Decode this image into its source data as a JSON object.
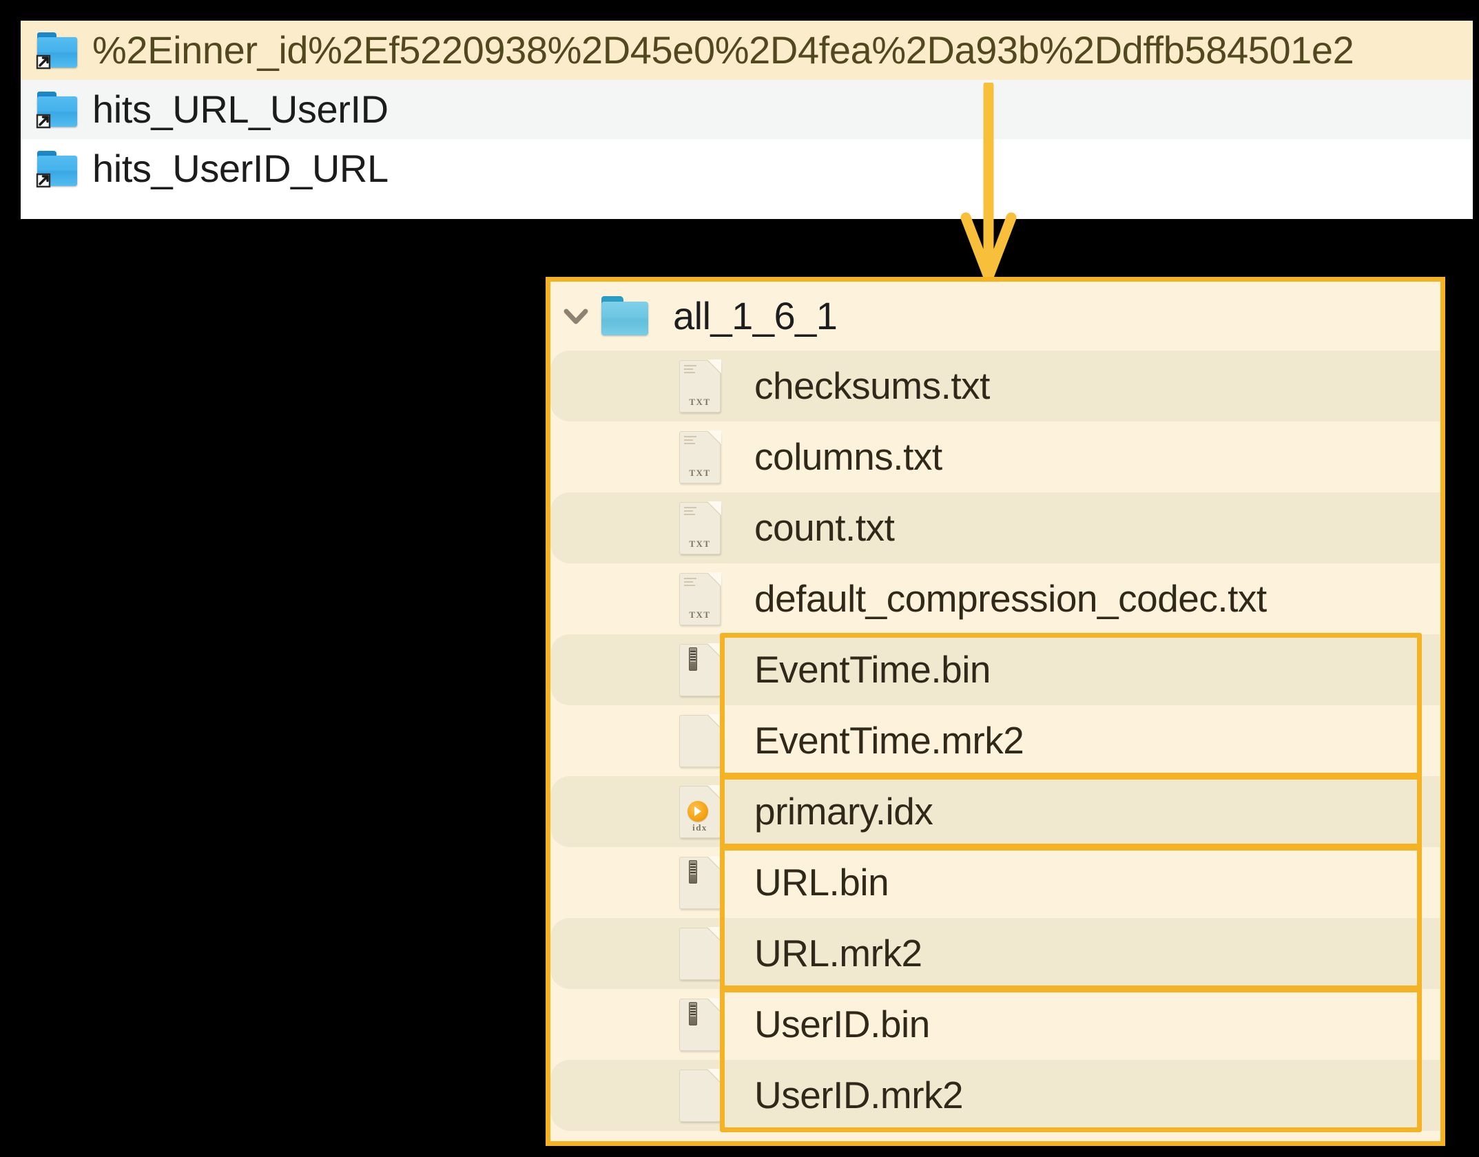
{
  "top_list": {
    "rows": [
      {
        "label": "%2Einner_id%2Ef5220938%2D45e0%2D4fea%2Da93b%2Ddffb584501e2",
        "icon": "folder-symlink-icon",
        "state": "selected"
      },
      {
        "label": "hits_URL_UserID",
        "icon": "folder-symlink-icon",
        "state": "alt"
      },
      {
        "label": "hits_UserID_URL",
        "icon": "folder-symlink-icon",
        "state": "normal"
      }
    ]
  },
  "annotation": {
    "arrow": "down-arrow-annotation",
    "color": "#f5b324"
  },
  "panel": {
    "folder": {
      "name": "all_1_6_1",
      "expanded": true,
      "chevron": "chevron-down-icon",
      "icon": "folder-icon"
    },
    "files": [
      {
        "name": "checksums.txt",
        "icon": "txt-file-icon",
        "ext": "TXT",
        "highlighted": false
      },
      {
        "name": "columns.txt",
        "icon": "txt-file-icon",
        "ext": "TXT",
        "highlighted": false
      },
      {
        "name": "count.txt",
        "icon": "txt-file-icon",
        "ext": "TXT",
        "highlighted": false
      },
      {
        "name": "default_compression_codec.txt",
        "icon": "txt-file-icon",
        "ext": "TXT",
        "highlighted": false
      },
      {
        "name": "EventTime.bin",
        "icon": "bin-file-icon",
        "ext": "",
        "highlighted": true
      },
      {
        "name": "EventTime.mrk2",
        "icon": "plain-file-icon",
        "ext": "",
        "highlighted": true
      },
      {
        "name": "primary.idx",
        "icon": "idx-file-icon",
        "ext": "idx",
        "highlighted": true
      },
      {
        "name": "URL.bin",
        "icon": "bin-file-icon",
        "ext": "",
        "highlighted": true
      },
      {
        "name": "URL.mrk2",
        "icon": "plain-file-icon",
        "ext": "",
        "highlighted": true
      },
      {
        "name": "UserID.bin",
        "icon": "bin-file-icon",
        "ext": "",
        "highlighted": true
      },
      {
        "name": "UserID.mrk2",
        "icon": "plain-file-icon",
        "ext": "",
        "highlighted": true
      }
    ],
    "highlight_groups": [
      {
        "label": "EventTime-group",
        "from": 4,
        "to": 5
      },
      {
        "label": "primary-idx-group",
        "from": 6,
        "to": 6
      },
      {
        "label": "URL-group",
        "from": 7,
        "to": 8
      },
      {
        "label": "UserID-group",
        "from": 9,
        "to": 10
      }
    ]
  },
  "colors": {
    "accent": "#f5b324",
    "panel_bg": "#fdf3dc",
    "row_alt_bg": "#f1e9cf",
    "selected_bg": "#fbeccc",
    "folder_blue": "#45b2ec",
    "folder_light_blue": "#6cc7e2",
    "text": "#30291a"
  }
}
